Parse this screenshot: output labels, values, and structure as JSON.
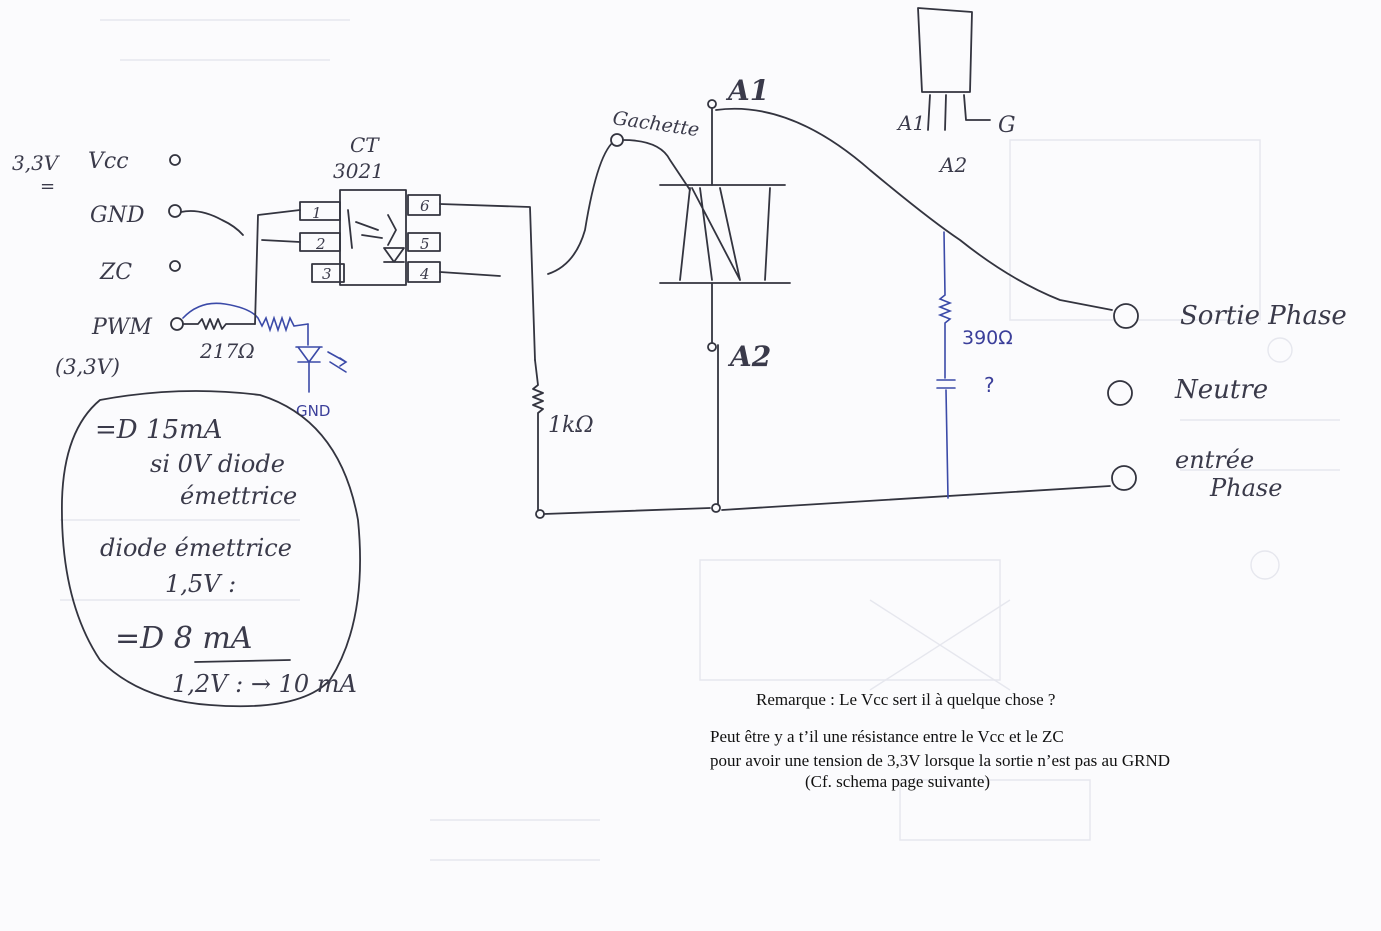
{
  "supply": {
    "voltage": "3,3V",
    "pin_vcc": "Vcc",
    "pin_gnd": "GND",
    "pin_zc": "ZC",
    "pin_pwm": "PWM",
    "pwm_level": "(3,3V)"
  },
  "pwm_resistor": "217Ω",
  "led_gnd": "GND",
  "optocoupler": {
    "name_line1": "CT",
    "name_line2": "3021",
    "pins": [
      "1",
      "2",
      "3",
      "6",
      "5",
      "4"
    ]
  },
  "triac": {
    "gate_label": "Gachette",
    "a1": "A1",
    "a2": "A2"
  },
  "gate_resistor": "1kΩ",
  "snubber": {
    "resistor": "390Ω",
    "capacitor": "?"
  },
  "package": {
    "a1": "A1",
    "g": "G",
    "a2": "A2"
  },
  "terminals": {
    "out": "Sortie Phase",
    "neutral": "Neutre",
    "in_line1": "entrée",
    "in_line2": "Phase"
  },
  "notes_bubble": {
    "line1": "=D 15mA",
    "line2": "si 0V diode",
    "line3": "émettrice",
    "line4": "diode émettrice",
    "line5": "1,5V :",
    "line6": "=D 8 mA",
    "line7": "1,2V : → 10 mA"
  },
  "remark": {
    "line1": "Remarque : Le Vcc sert il à quelque chose ?",
    "line2": "Peut être y a t’il une résistance entre le Vcc et le ZC",
    "line3": "pour avoir une tension de 3,3V lorsque la sortie n’est pas au GRND",
    "line4": "(Cf. schema page suivante)"
  }
}
